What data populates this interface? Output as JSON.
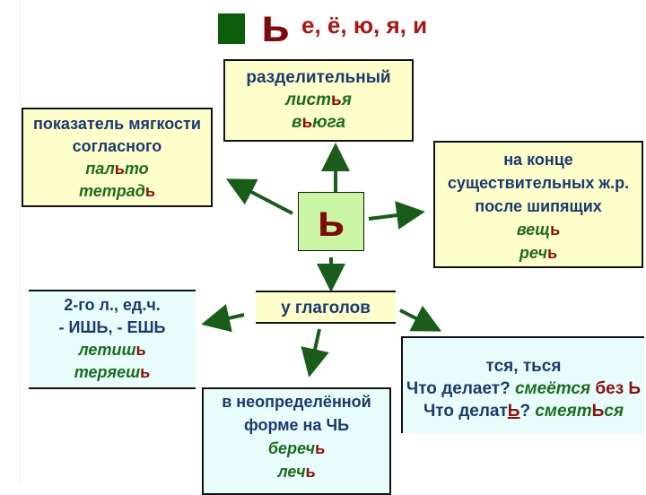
{
  "header": {
    "square_color": "#0b5d0b",
    "soft_sign": "ь",
    "vowels": "е, ё, ю, я, и"
  },
  "center": {
    "label": "ь"
  },
  "boxes": {
    "separating": {
      "title": "разделительный",
      "examples": [
        {
          "pre": "лист",
          "mark": "ь",
          "post": "я"
        },
        {
          "pre": "в",
          "mark": "ь",
          "post": "юга"
        }
      ]
    },
    "softness": {
      "title_lines": [
        "показатель мягкости",
        "согласного"
      ],
      "examples": [
        {
          "pre": "пал",
          "mark": "ь",
          "post": "то"
        },
        {
          "pre": "тетрад",
          "mark": "ь",
          "post": ""
        }
      ]
    },
    "nouns": {
      "title_lines": [
        "на конце",
        "существительных ж.р.",
        "после шипящих"
      ],
      "examples": [
        {
          "pre": "вещ",
          "mark": "ь",
          "post": ""
        },
        {
          "pre": "реч",
          "mark": "ь",
          "post": ""
        }
      ]
    },
    "verbs": {
      "title": "у глаголов"
    },
    "second_person": {
      "title_lines": [
        "2-го л., ед.ч.",
        "- ИШЬ, - ЕШЬ"
      ],
      "examples": [
        {
          "pre": "летиш",
          "mark": "ь",
          "post": ""
        },
        {
          "pre": "теряеш",
          "mark": "ь",
          "post": ""
        }
      ]
    },
    "infinitive": {
      "title_lines": [
        "в неопределённой",
        "форме на ЧЬ"
      ],
      "examples": [
        {
          "pre": "береч",
          "mark": "ь",
          "post": ""
        },
        {
          "pre": "леч",
          "mark": "ь",
          "post": ""
        }
      ]
    },
    "tsya": {
      "title": "тся, ться",
      "line2": {
        "q": "Что делает?",
        "word": "смеётся",
        "note": "без Ь"
      },
      "line3": {
        "q_pre": "Что делат",
        "q_mark": "Ь",
        "q_post": "?",
        "w_pre": "смеят",
        "w_mark": "Ь",
        "w_post": "ся"
      }
    }
  },
  "colors": {
    "title_blue": "#1c3a6e",
    "example_green": "#1d6b1f",
    "mark_red": "#8b1010",
    "arrow_green": "#1a5c1a",
    "yellow_fill": "#ffffcc",
    "cyan_fill": "#e8fdfb",
    "center_fill": "#ccf5a3"
  }
}
